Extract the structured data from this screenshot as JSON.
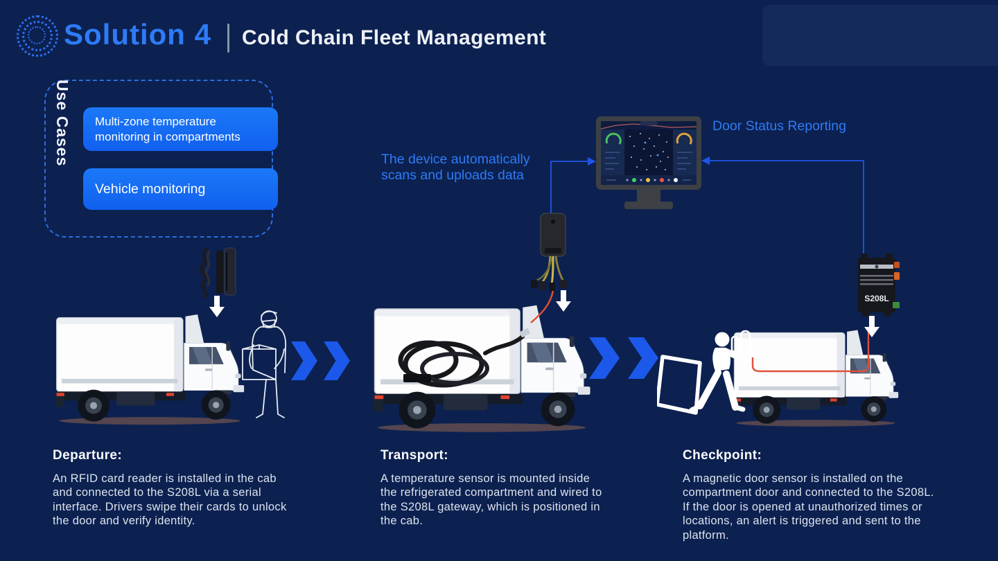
{
  "header": {
    "logo_icon": "dotted-sphere-logo",
    "solution_label": "Solution 4",
    "title": "Cold Chain Fleet Management"
  },
  "use_cases": {
    "label": "Use Cases",
    "items": [
      "Multi-zone temperature monitoring in compartments",
      "Vehicle monitoring"
    ]
  },
  "annotations": {
    "upload": "The device automatically scans and uploads data",
    "door_status": "Door Status Reporting"
  },
  "devices": {
    "gateway_label": "S208L"
  },
  "stages": [
    {
      "heading": "Departure:",
      "body": "An RFID card reader is installed in the cab and connected to the S208L via a serial interface. Drivers swipe their cards to unlock the door and verify identity."
    },
    {
      "heading": "Transport:",
      "body": "A temperature sensor is mounted inside the refrigerated compartment and wired to the S208L gateway, which is positioned in the cab."
    },
    {
      "heading": "Checkpoint:",
      "body": "A magnetic door sensor is installed on the compartment door and connected to the S208L. If the door is opened at unauthorized times or locations, an alert is triggered and sent to the platform."
    }
  ],
  "colors": {
    "background": "#0c2150",
    "accent_blue": "#2e7bf6",
    "button_blue": "#1770f5",
    "chevron_blue": "#1c58ea",
    "connector_blue": "#1e55e8",
    "alert_red": "#e2442f"
  }
}
